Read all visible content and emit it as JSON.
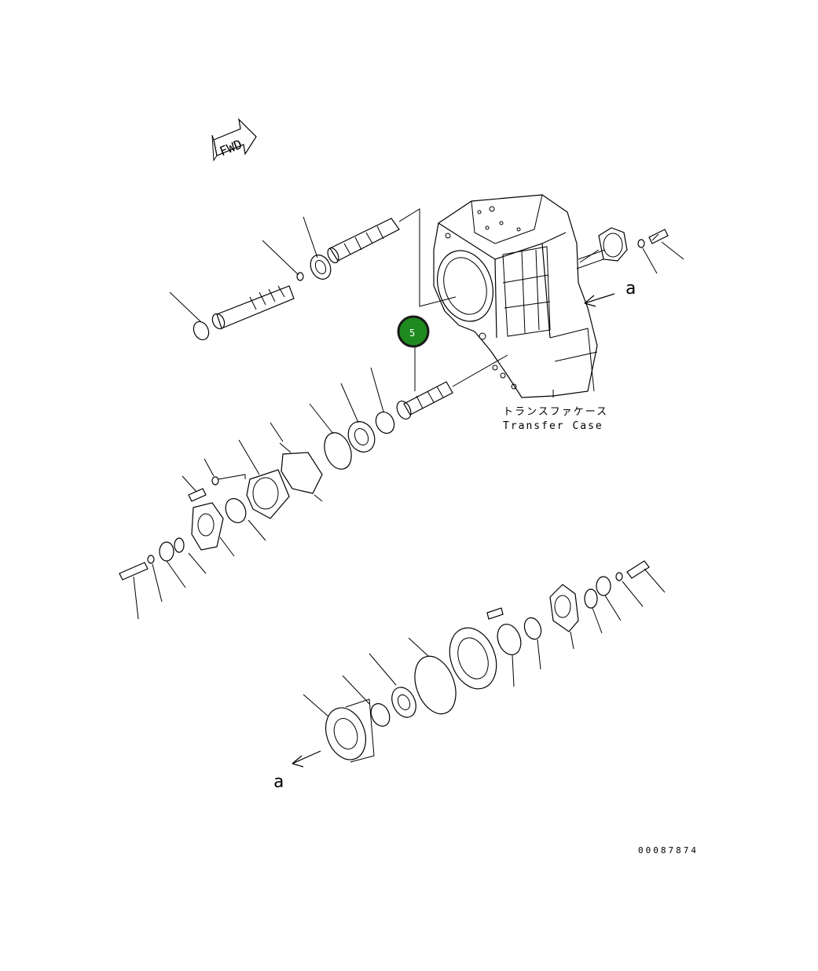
{
  "diagram": {
    "fwd_label": "FWD",
    "callout": {
      "number": "5",
      "fill": "#1f8a1f",
      "ring": "#1a1a1a",
      "text_color": "#ffffff"
    },
    "component_label_jp": "トランスファケース",
    "component_label_en": "Transfer Case",
    "view_marker_top": "a",
    "view_marker_bottom": "a",
    "drawing_number": "00087874"
  }
}
